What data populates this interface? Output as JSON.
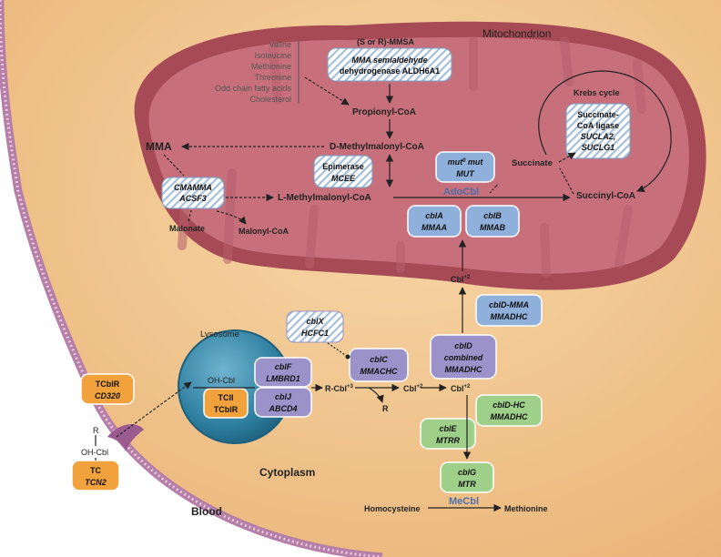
{
  "regions": {
    "mitochondrion": "Mitochondrion",
    "lysosome": "Lysosome",
    "cytoplasm": "Cytoplasm",
    "blood": "Blood",
    "krebs": "Krebs cycle"
  },
  "metabolites": {
    "valine": "Valine",
    "isoleucine": "Isoleucine",
    "methionine": "Methionine",
    "threonine": "Threonine",
    "odd_chain": "Odd chain fatty acids",
    "cholesterol": "Cholesterol",
    "propionyl": "Propionyl-CoA",
    "d_mm": "D-Methylmalonyl-CoA",
    "l_mm": "L-Methylmalonyl-CoA",
    "mma": "MMA",
    "malonate": "Malonate",
    "malonyl": "Malonyl-CoA",
    "succinate": "Succinate",
    "succinyl": "Succinyl-CoA",
    "adocbl": "AdoCbl",
    "mecbl": "MeCbl",
    "homocysteine": "Homocysteine",
    "methionine_out": "Methionine",
    "cbl2_upper": "Cbl",
    "cbl2_mid": "Cbl",
    "cbl2_right": "Cbl",
    "sup_plus2": "+2",
    "sup_plus3": "+3",
    "r_cbl": "R-Cbl",
    "r_label": "R",
    "r_top": "R",
    "oh_cbl_lys": "OH-Cbl",
    "oh_cbl_blood": "OH-Cbl"
  },
  "enzymes": {
    "mmsa_title": "(S or R)-MMSA",
    "mmsa_1": "MMA semialdehyde",
    "mmsa_2": "dehydrogenase ALDH6A1",
    "epimerase_1": "Epimerase",
    "epimerase_2": "MCEE",
    "cmamma_1": "CMAMMA",
    "cmamma_2": "ACSF3",
    "mut_1": "mut",
    "mut_sup": "0",
    "mut_1b": " mut",
    "mut_2": "MUT",
    "scl_1": "Succinate-",
    "scl_2": "CoA ligase",
    "scl_3": "SUCLA2,",
    "scl_4": "SUCLG1",
    "cbla_1": "cblA",
    "cbla_2": "MMAA",
    "cblb_1": "cblB",
    "cblb_2": "MMAB",
    "cbldmma_1": "cblD-MMA",
    "cbldmma_2": "MMADHC",
    "cblx_1": "cblX",
    "cblx_2": "HCFC1",
    "cblc_1": "cblC",
    "cblc_2": "MMACHC",
    "cbld_1": "cblD",
    "cbld_2": "combined",
    "cbld_3": "MMADHC",
    "cbldhc_1": "cblD-HC",
    "cbldhc_2": "MMADHC",
    "cble_1": "cblE",
    "cble_2": "MTRR",
    "cblg_1": "cblG",
    "cblg_2": "MTR",
    "cblf_1": "cblF",
    "cblf_2": "LMBRD1",
    "cblj_1": "cblJ",
    "cblj_2": "ABCD4",
    "tcii_1": "TCII",
    "tcii_2": "TCblR",
    "tcblr_1": "TCblR",
    "tcblr_2": "CD320",
    "tc_1": "TC",
    "tc_2": "TCN2"
  },
  "colors": {
    "blood": "#ffffff",
    "cytoplasm": "#f2c48a",
    "mito_outer": "#a64a55",
    "mito_inner": "#c7707c",
    "lysosome": "#2f7fa0",
    "blue_box": "#8fb0da",
    "purple_box": "#9a92c8",
    "green_box": "#9fd08a",
    "orange_box": "#f2a23c",
    "hatch_box": "#a7bfd8"
  }
}
